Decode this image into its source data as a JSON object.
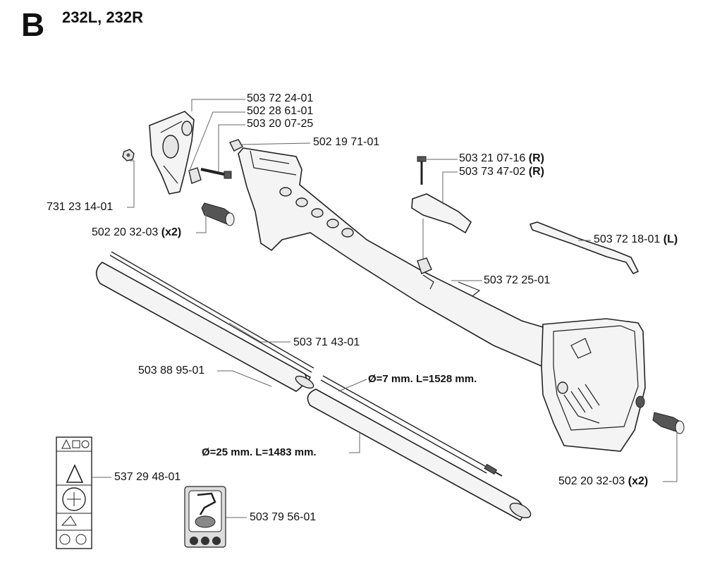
{
  "header": {
    "section_letter": "B",
    "models": "232L, 232R"
  },
  "parts": [
    {
      "id": "handle-bracket",
      "number": "503 72 24-01",
      "suffix": ""
    },
    {
      "id": "clamp-nut",
      "number": "502 28 61-01",
      "suffix": ""
    },
    {
      "id": "clamp-screw",
      "number": "503 20 07-25",
      "suffix": ""
    },
    {
      "id": "square-nut",
      "number": "502 19 71-01",
      "suffix": ""
    },
    {
      "id": "hex-nut",
      "number": "731 23 14-01",
      "suffix": ""
    },
    {
      "id": "bracket-cap",
      "number": "502 20 32-03",
      "suffix": "(x2)"
    },
    {
      "id": "holder-screw",
      "number": "503 21 07-16",
      "suffix": "(R)"
    },
    {
      "id": "throttle-holder",
      "number": "503 73 47-02",
      "suffix": "(R)"
    },
    {
      "id": "throttle-lever",
      "number": "503 72 18-01",
      "suffix": "(L)"
    },
    {
      "id": "shaft-housing",
      "number": "503 72 25-01",
      "suffix": ""
    },
    {
      "id": "drive-shaft",
      "number": "503 71 43-01",
      "suffix": ""
    },
    {
      "id": "tube",
      "number": "503 88 95-01",
      "suffix": ""
    },
    {
      "id": "warning-decal",
      "number": "537 29 48-01",
      "suffix": ""
    },
    {
      "id": "trimmer-head-decal",
      "number": "503 79 56-01",
      "suffix": ""
    },
    {
      "id": "engine-cap",
      "number": "502 20 32-03",
      "suffix": "(x2)"
    }
  ],
  "dimensions": {
    "shaft": "Ø=7 mm. L=1528 mm.",
    "tube": "Ø=25 mm. L=1483 mm."
  }
}
